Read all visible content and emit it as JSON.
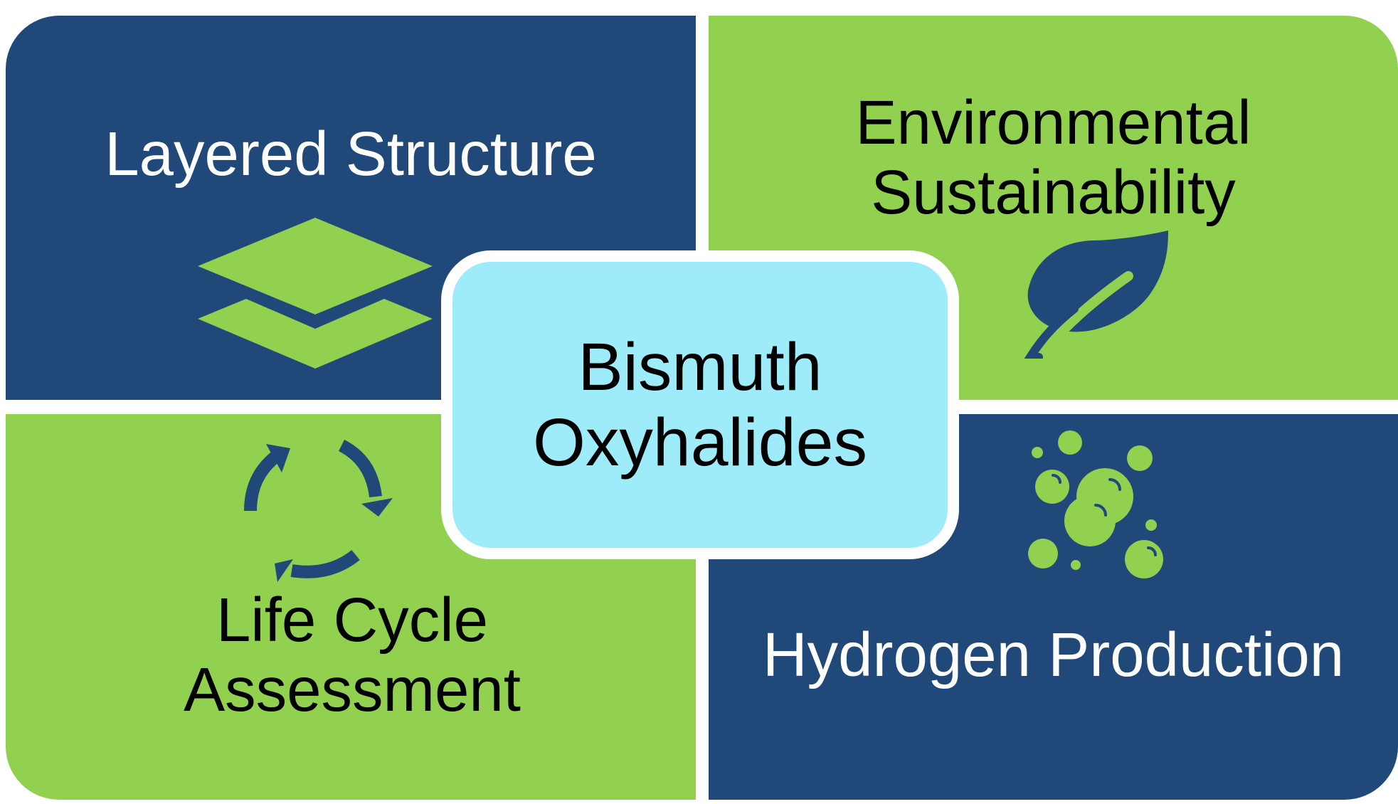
{
  "colors": {
    "navy": "#204879",
    "green": "#92d050",
    "light_cyan": "#9eebfa",
    "white": "#ffffff",
    "black": "#000000"
  },
  "center": {
    "line1": "Bismuth",
    "line2": "Oxyhalides"
  },
  "quadrants": {
    "top_left": {
      "line1": "Layered Structure",
      "icon": "layers-icon"
    },
    "top_right": {
      "line1": "Environmental",
      "line2": "Sustainability",
      "icon": "leaf-icon"
    },
    "bottom_left": {
      "line1": "Life Cycle",
      "line2": "Assessment",
      "icon": "recycle-arrows-icon"
    },
    "bottom_right": {
      "line1": "Hydrogen Production",
      "icon": "bubbles-icon"
    }
  }
}
